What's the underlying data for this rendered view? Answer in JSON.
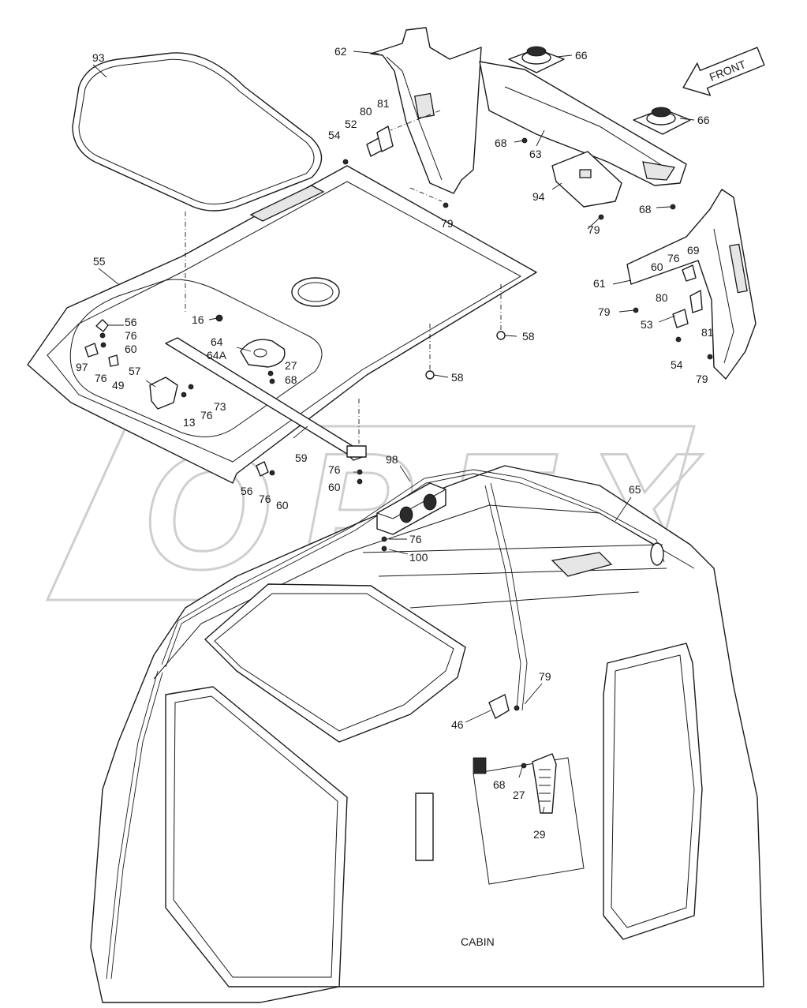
{
  "diagram": {
    "section_label": "CABIN",
    "front_label": "FRONT",
    "watermark": "OPEX",
    "callouts": [
      {
        "id": "93",
        "text": "93"
      },
      {
        "id": "62",
        "text": "62"
      },
      {
        "id": "66a",
        "text": "66"
      },
      {
        "id": "66b",
        "text": "66"
      },
      {
        "id": "80a",
        "text": "80"
      },
      {
        "id": "81a",
        "text": "81"
      },
      {
        "id": "52",
        "text": "52"
      },
      {
        "id": "54a",
        "text": "54"
      },
      {
        "id": "68a",
        "text": "68"
      },
      {
        "id": "63",
        "text": "63"
      },
      {
        "id": "94",
        "text": "94"
      },
      {
        "id": "68b",
        "text": "68"
      },
      {
        "id": "79a",
        "text": "79"
      },
      {
        "id": "79b",
        "text": "79"
      },
      {
        "id": "55",
        "text": "55"
      },
      {
        "id": "76a",
        "text": "76"
      },
      {
        "id": "69",
        "text": "69"
      },
      {
        "id": "60a",
        "text": "60"
      },
      {
        "id": "61",
        "text": "61"
      },
      {
        "id": "80b",
        "text": "80"
      },
      {
        "id": "79c",
        "text": "79"
      },
      {
        "id": "53",
        "text": "53"
      },
      {
        "id": "81b",
        "text": "81"
      },
      {
        "id": "16",
        "text": "16"
      },
      {
        "id": "56a",
        "text": "56"
      },
      {
        "id": "76b",
        "text": "76"
      },
      {
        "id": "60b",
        "text": "60"
      },
      {
        "id": "64",
        "text": "64"
      },
      {
        "id": "64A",
        "text": "64A"
      },
      {
        "id": "58a",
        "text": "58"
      },
      {
        "id": "27a",
        "text": "27"
      },
      {
        "id": "68c",
        "text": "68"
      },
      {
        "id": "97",
        "text": "97"
      },
      {
        "id": "76c",
        "text": "76"
      },
      {
        "id": "49",
        "text": "49"
      },
      {
        "id": "58b",
        "text": "58"
      },
      {
        "id": "54b",
        "text": "54"
      },
      {
        "id": "79d",
        "text": "79"
      },
      {
        "id": "57",
        "text": "57"
      },
      {
        "id": "76d",
        "text": "76"
      },
      {
        "id": "73",
        "text": "73"
      },
      {
        "id": "13",
        "text": "13"
      },
      {
        "id": "59",
        "text": "59"
      },
      {
        "id": "98",
        "text": "98"
      },
      {
        "id": "76e",
        "text": "76"
      },
      {
        "id": "60c",
        "text": "60"
      },
      {
        "id": "56b",
        "text": "56"
      },
      {
        "id": "76f",
        "text": "76"
      },
      {
        "id": "60d",
        "text": "60"
      },
      {
        "id": "65",
        "text": "65"
      },
      {
        "id": "76g",
        "text": "76"
      },
      {
        "id": "100",
        "text": "100"
      },
      {
        "id": "79e",
        "text": "79"
      },
      {
        "id": "46",
        "text": "46"
      },
      {
        "id": "68d",
        "text": "68"
      },
      {
        "id": "27b",
        "text": "27"
      },
      {
        "id": "29",
        "text": "29"
      }
    ]
  }
}
